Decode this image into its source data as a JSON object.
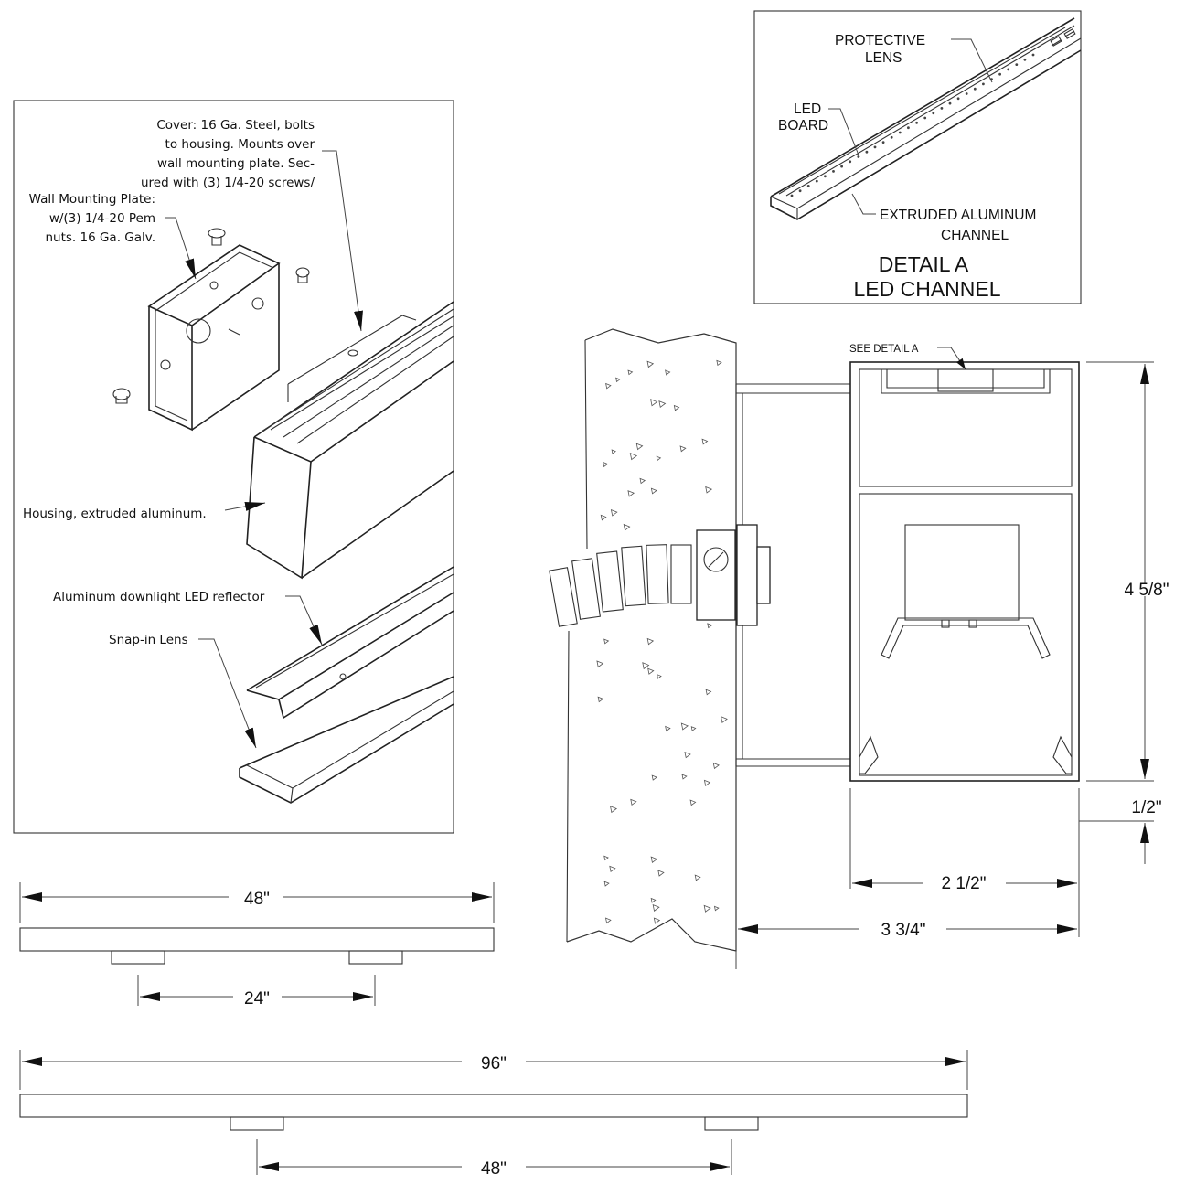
{
  "exploded_view": {
    "cover_note": [
      "Cover: 16 Ga. Steel, bolts",
      "to housing.  Mounts over",
      "wall mounting plate.  Sec-",
      "ured with (3) 1/4-20 screws/"
    ],
    "plate_note": [
      "Wall Mounting Plate:",
      "w/(3) 1/4-20 Pem",
      "nuts.  16 Ga. Galv."
    ],
    "housing_note": "Housing, extruded aluminum.",
    "reflector_note": "Aluminum downlight LED reflector",
    "lens_note": "Snap-in Lens"
  },
  "detail_a": {
    "protective_lens": [
      "PROTECTIVE",
      "LENS"
    ],
    "led_board": [
      "LED",
      "BOARD"
    ],
    "channel": [
      "EXTRUDED ALUMINUM",
      "CHANNEL"
    ],
    "title": [
      "DETAIL A",
      "LED CHANNEL"
    ]
  },
  "section_view": {
    "see_detail": "SEE DETAIL A",
    "height": "4 5/8\"",
    "lens_drop": "1/2\"",
    "width": "2 1/2\"",
    "depth": "3 3/4\""
  },
  "elevation_48": {
    "length": "48\"",
    "spacing": "24\""
  },
  "elevation_96": {
    "length": "96\"",
    "spacing": "48\""
  }
}
